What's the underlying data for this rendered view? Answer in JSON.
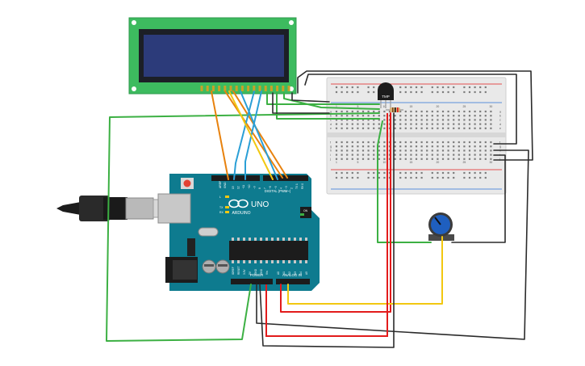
{
  "arduino": {
    "brand": "ARDUINO",
    "model": "UNO",
    "digital_header": "DIGITAL (PWM~)",
    "aref": "AREF",
    "gnd": "GND",
    "digital_pins": [
      "13",
      "12",
      "~11",
      "~10",
      "~9",
      "8",
      "7",
      "~6",
      "~5",
      "4",
      "~3",
      "2",
      "TX 1",
      "RX 0"
    ],
    "led_labels": [
      "L",
      "TX",
      "RX"
    ],
    "power_header": "POWER",
    "analog_header": "ANALOG IN",
    "power_pins": [
      "IOREF",
      "RESET",
      "3.3V",
      "5V",
      "GND",
      "GND",
      "Vin"
    ],
    "analog_pins": [
      "A0",
      "A1",
      "A2",
      "A3",
      "A4",
      "A5"
    ],
    "on_label": "ON"
  },
  "sensor": {
    "label": "TMP"
  },
  "breadboard": {
    "row_letters_top": [
      "a",
      "b",
      "c",
      "d",
      "e"
    ],
    "row_letters_bottom": [
      "f",
      "g",
      "h",
      "i",
      "j"
    ],
    "column_numbers": [
      "1",
      "5",
      "10",
      "15",
      "20",
      "25",
      "30"
    ]
  },
  "colors": {
    "wire_green": "#3cb043",
    "wire_orange": "#e8820e",
    "wire_blue": "#2a9fd6",
    "wire_red": "#e21b1b",
    "wire_yellow": "#f2c811",
    "wire_black": "#2b2b2b",
    "arduino_board": "#0e7b8f",
    "lcd_board": "#3dbb5f",
    "lcd_screen": "#2c3b7a",
    "breadboard": "#e9e9e9",
    "pot_knob": "#1f5fbf"
  }
}
